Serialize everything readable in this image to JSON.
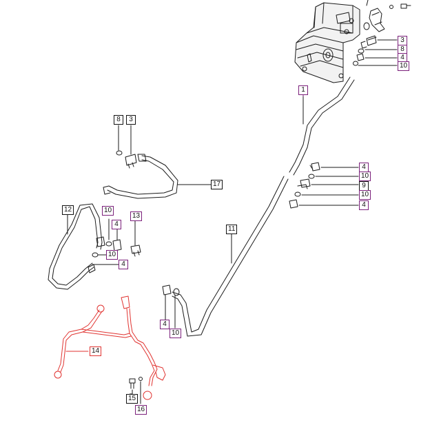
{
  "colors": {
    "line": "#1a1a1a",
    "callout_black": "#111111",
    "callout_purple": "#7a1f7a",
    "highlight": "#e0322f"
  },
  "callouts": [
    {
      "id": "3a",
      "label": "3",
      "color": "purple"
    },
    {
      "id": "8a",
      "label": "8",
      "color": "purple"
    },
    {
      "id": "4a",
      "label": "4",
      "color": "purple"
    },
    {
      "id": "10a",
      "label": "10",
      "color": "purple"
    },
    {
      "id": "1",
      "label": "1",
      "color": "purple"
    },
    {
      "id": "8b",
      "label": "8",
      "color": "black"
    },
    {
      "id": "3b",
      "label": "3",
      "color": "black"
    },
    {
      "id": "17",
      "label": "17",
      "color": "black"
    },
    {
      "id": "4b",
      "label": "4",
      "color": "purple"
    },
    {
      "id": "10b",
      "label": "10",
      "color": "purple"
    },
    {
      "id": "9",
      "label": "9",
      "color": "black"
    },
    {
      "id": "10c",
      "label": "10",
      "color": "purple"
    },
    {
      "id": "4c",
      "label": "4",
      "color": "purple"
    },
    {
      "id": "12",
      "label": "12",
      "color": "black"
    },
    {
      "id": "10d",
      "label": "10",
      "color": "purple"
    },
    {
      "id": "4d",
      "label": "4",
      "color": "purple"
    },
    {
      "id": "13",
      "label": "13",
      "color": "purple"
    },
    {
      "id": "10e",
      "label": "10",
      "color": "purple"
    },
    {
      "id": "4e",
      "label": "4",
      "color": "purple"
    },
    {
      "id": "11",
      "label": "11",
      "color": "black"
    },
    {
      "id": "4f",
      "label": "4",
      "color": "purple"
    },
    {
      "id": "10f",
      "label": "10",
      "color": "purple"
    },
    {
      "id": "14",
      "label": "14",
      "color": "red"
    },
    {
      "id": "15",
      "label": "15",
      "color": "black"
    },
    {
      "id": "16",
      "label": "16",
      "color": "purple"
    }
  ]
}
